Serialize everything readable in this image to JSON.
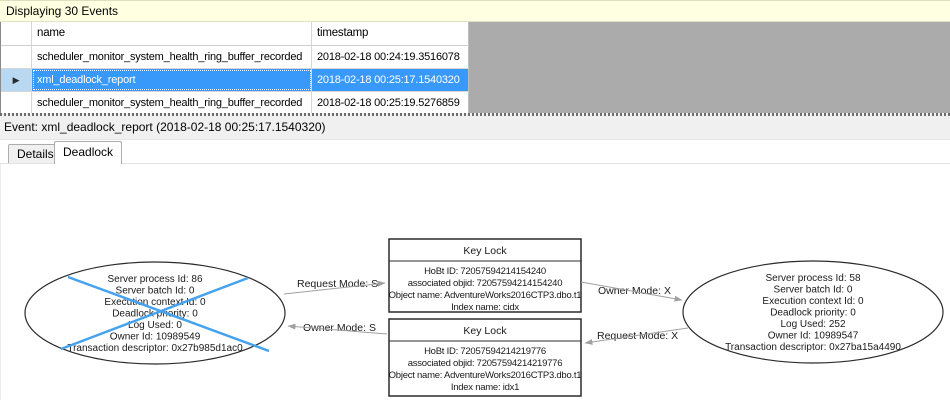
{
  "info_bar": {
    "text": "Displaying 30 Events"
  },
  "grid": {
    "columns": {
      "name": "name",
      "timestamp": "timestamp"
    },
    "rows": [
      {
        "name": "scheduler_monitor_system_health_ring_buffer_recorded",
        "timestamp": "2018-02-18 00:24:19.3516078"
      },
      {
        "name": "xml_deadlock_report",
        "timestamp": "2018-02-18 00:25:17.1540320"
      },
      {
        "name": "scheduler_monitor_system_health_ring_buffer_recorded",
        "timestamp": "2018-02-18 00:25:19.5276859"
      }
    ]
  },
  "glyphs": {
    "selected_row_arrow": "▶"
  },
  "event_bar": {
    "text": "Event: xml_deadlock_report (2018-02-18 00:25:17.1540320)"
  },
  "tabs": {
    "details": "Details",
    "deadlock": "Deadlock"
  },
  "deadlock_graph": {
    "victim_process": {
      "lines": [
        "Server process Id: 86",
        "Server batch Id: 0",
        "Execution context Id: 0",
        "Deadlock priority: 0",
        "Log Used: 0",
        "Owner Id: 10989549",
        "Transaction descriptor: 0x27b985d1ac0"
      ]
    },
    "other_process": {
      "lines": [
        "Server process Id: 58",
        "Server batch Id: 0",
        "Execution context Id: 0",
        "Deadlock priority: 0",
        "Log Used: 252",
        "Owner Id: 10989547",
        "Transaction descriptor: 0x27ba15a4490"
      ]
    },
    "resources": [
      {
        "title": "Key Lock",
        "lines": [
          "HoBt ID: 72057594214154240",
          "associated objid: 72057594214154240",
          "Object name: AdventureWorks2016CTP3.dbo.t1",
          "Index name: cidx"
        ]
      },
      {
        "title": "Key Lock",
        "lines": [
          "HoBt ID: 72057594214219776",
          "associated objid: 72057594214219776",
          "Object name: AdventureWorks2016CTP3.dbo.t1",
          "Index name: idx1"
        ]
      }
    ],
    "edges": [
      {
        "label": "Request Mode: S"
      },
      {
        "label": "Owner Mode: X"
      },
      {
        "label": "Owner Mode: S"
      },
      {
        "label": "Request Mode: X"
      }
    ]
  },
  "colors": {
    "info_bar_bg": "#FFFFE1",
    "selection_blue": "#3899FA",
    "selection_indicator_blue": "#B9D9F3",
    "grid_empty_gray": "#ABABAB",
    "victim_cross_blue": "#44A2EE",
    "edge_gray": "#A0A0A0"
  }
}
